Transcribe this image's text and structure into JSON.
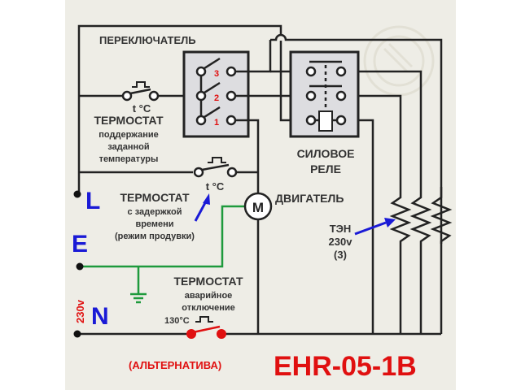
{
  "title": "EHR-05-1B",
  "subtitle": "(АЛЬТЕРНАТИВА)",
  "colors": {
    "background": "#eeede6",
    "wire": "#222222",
    "ground_wire": "#1e9a3c",
    "accent_red": "#e01010",
    "accent_blue": "#1a1ad6",
    "box_fill": "#dddde0"
  },
  "switch": {
    "label": "ПЕРЕКЛЮЧАТЕЛЬ",
    "positions": [
      "3",
      "2",
      "1"
    ]
  },
  "relay": {
    "label_line1": "СИЛОВОЕ",
    "label_line2": "РЕЛЕ"
  },
  "thermostat_main": {
    "symbol": "t °C",
    "title": "ТЕРМОСТАТ",
    "desc": [
      "поддержание",
      "заданной",
      "температуры"
    ]
  },
  "thermostat_delay": {
    "symbol": "t °C",
    "title": "ТЕРМОСТАТ",
    "desc": [
      "с задержкой",
      "времени",
      "(режим продувки)"
    ]
  },
  "thermostat_emergency": {
    "title": "ТЕРМОСТАТ",
    "desc": [
      "аварийное",
      "отключение"
    ],
    "temp": "130°C"
  },
  "motor": {
    "symbol": "M",
    "label": "ДВИГАТЕЛЬ"
  },
  "heater": {
    "label_line1": "ТЭН",
    "label_line2": "230v",
    "label_line3": "(3)"
  },
  "terminals": {
    "L": "L",
    "E": "E",
    "N": "N",
    "voltage": "230v"
  },
  "watermark": "gear-wrench-icon"
}
